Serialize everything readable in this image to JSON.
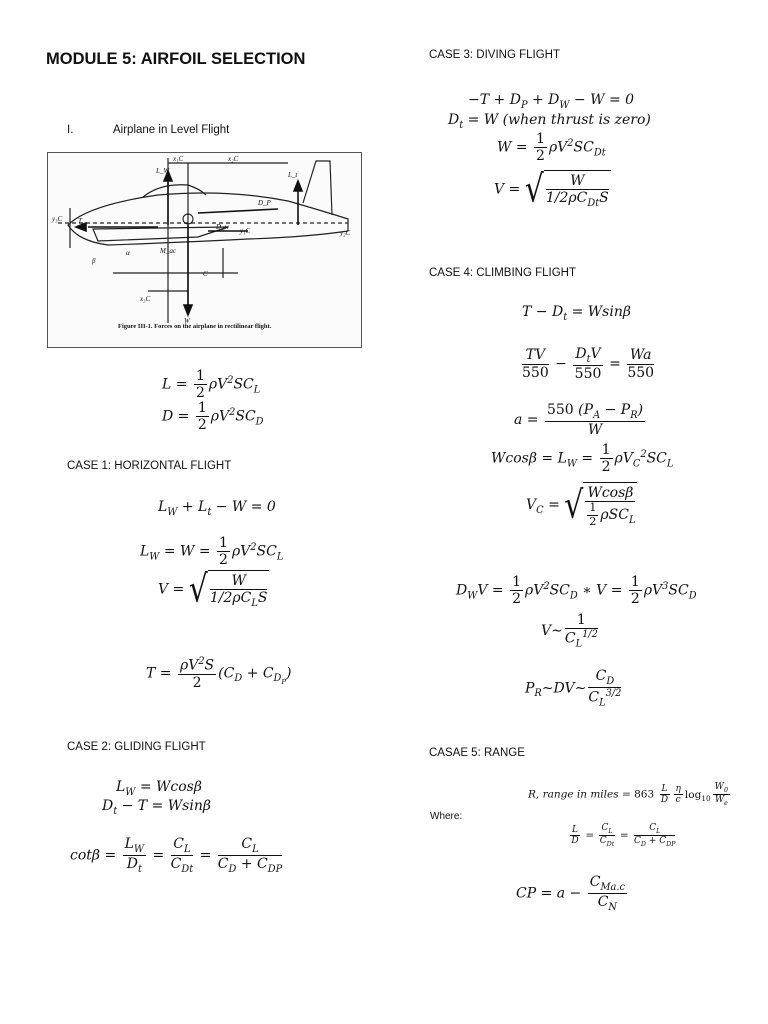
{
  "title": "MODULE 5: AIRFOIL SELECTION",
  "section1": {
    "number": "I.",
    "label": "Airplane in Level Flight"
  },
  "figure": {
    "caption": "Figure III-1.  Forces on the airplane in rectilinear flight.",
    "labels": {
      "lw": "L_W",
      "x1c": "x₁C",
      "x2c": "x₂C",
      "lt": "L_t",
      "dp": "D_P",
      "dw": "D_w",
      "x3c": "x₃C",
      "y1c": "y₁C",
      "y2c": "y₂C",
      "y3c": "y₃C",
      "t": "T",
      "a": "α",
      "beta": "β",
      "mac": "M_ac",
      "c": "C",
      "w": "W"
    }
  },
  "case1": {
    "heading": "CASE 1: HORIZONTAL FLIGHT"
  },
  "case2": {
    "heading": "CASE 2: GLIDING FLIGHT"
  },
  "case3": {
    "heading": "CASE 3: DIVING FLIGHT",
    "note": "when thrust is zero"
  },
  "case4": {
    "heading": "CASE 4: CLIMBING FLIGHT"
  },
  "case5": {
    "heading": "CASAE 5: RANGE",
    "range_label": "R, range in miles",
    "where": "Where:"
  },
  "numbers": {
    "n550": "550",
    "n863": "863"
  }
}
